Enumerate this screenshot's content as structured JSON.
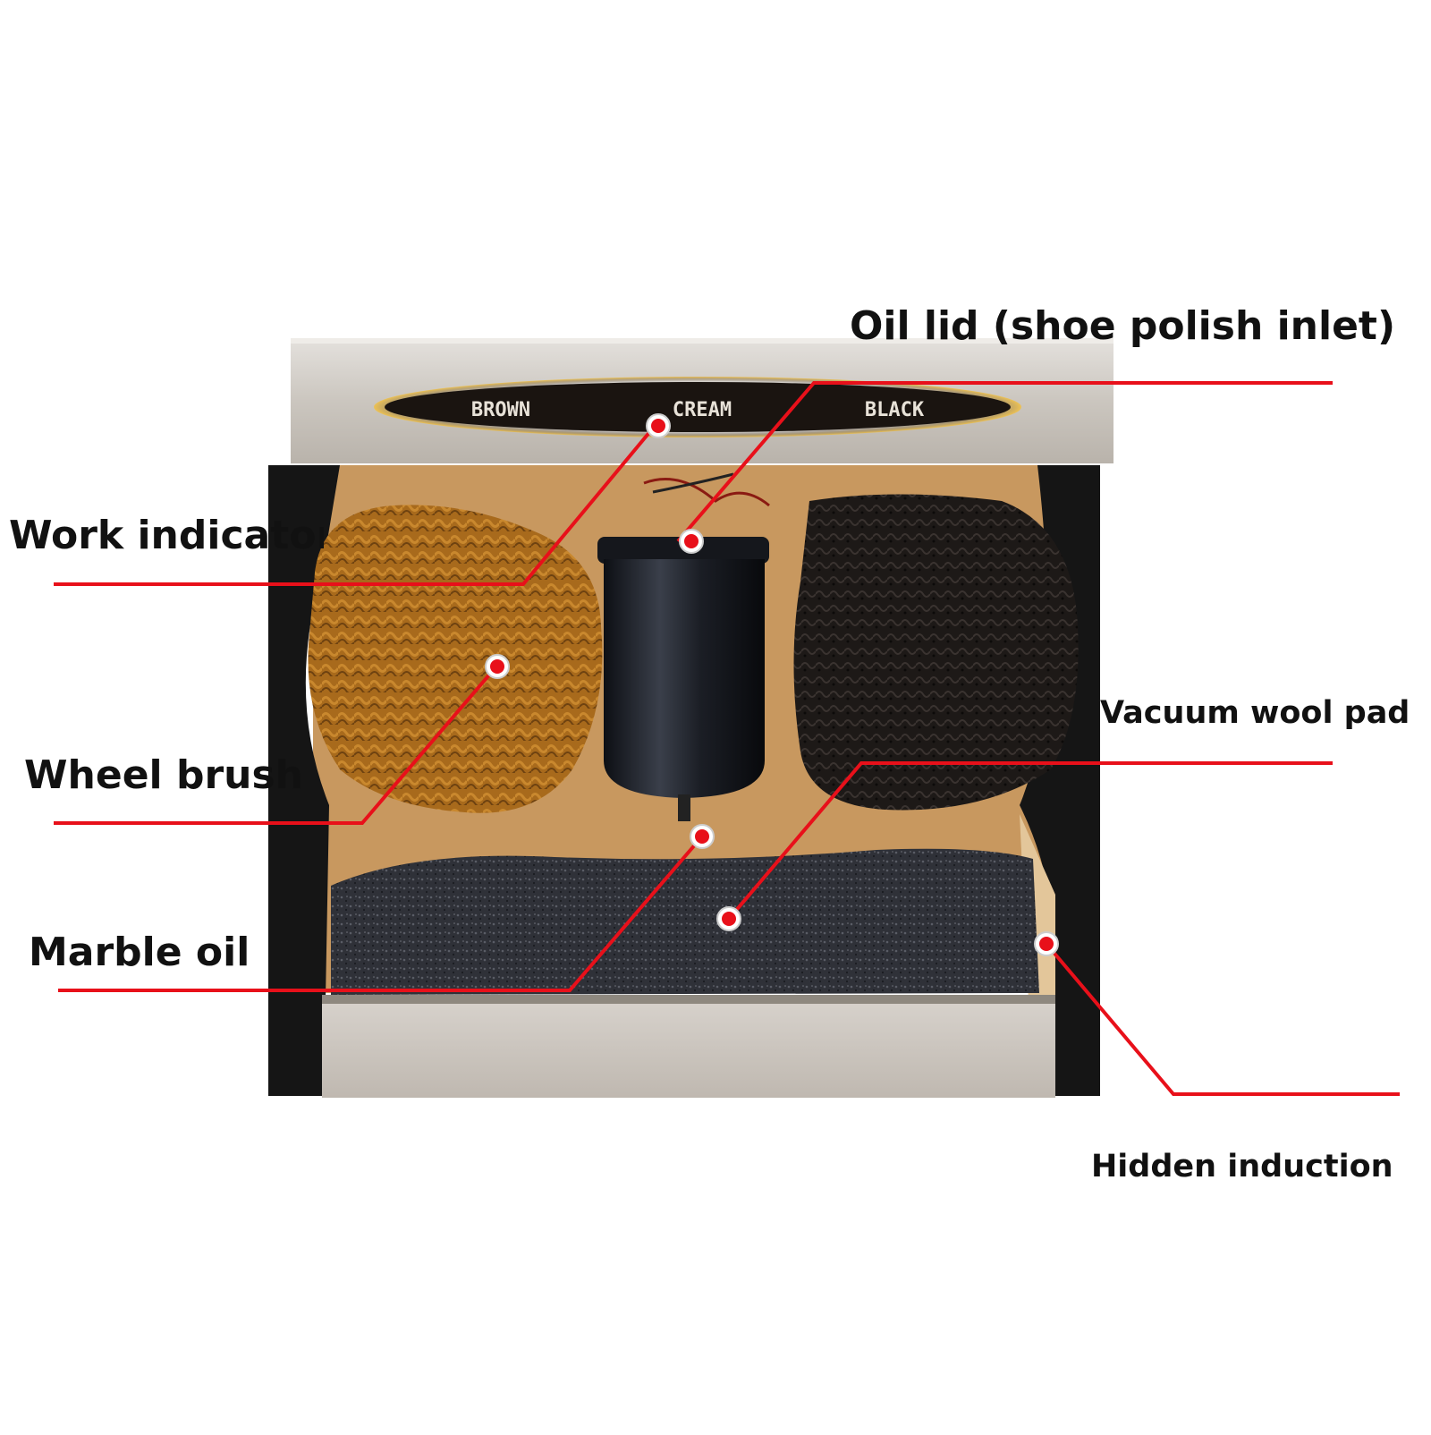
{
  "panel_labels": {
    "brown": "BROWN",
    "cream": "CREAM",
    "black": "BLACK"
  },
  "callouts": {
    "oil_lid": "Oil lid (shoe polish inlet)",
    "work_indicator": "Work indicator",
    "wheel_brush": "Wheel brush",
    "marble_oil": "Marble oil",
    "vacuum_wool_pad": "Vacuum wool pad",
    "hidden_induction": "Hidden induction"
  },
  "colors": {
    "leader_line": "#e8101a",
    "marker_fill": "#e8101a",
    "steel": "#cfcac4",
    "body_black": "#151515",
    "brush_brown": "#a86a1c",
    "wool_black": "#1d1917",
    "mat_grey": "#2f3138",
    "panel_glow": "#f1c24a"
  }
}
